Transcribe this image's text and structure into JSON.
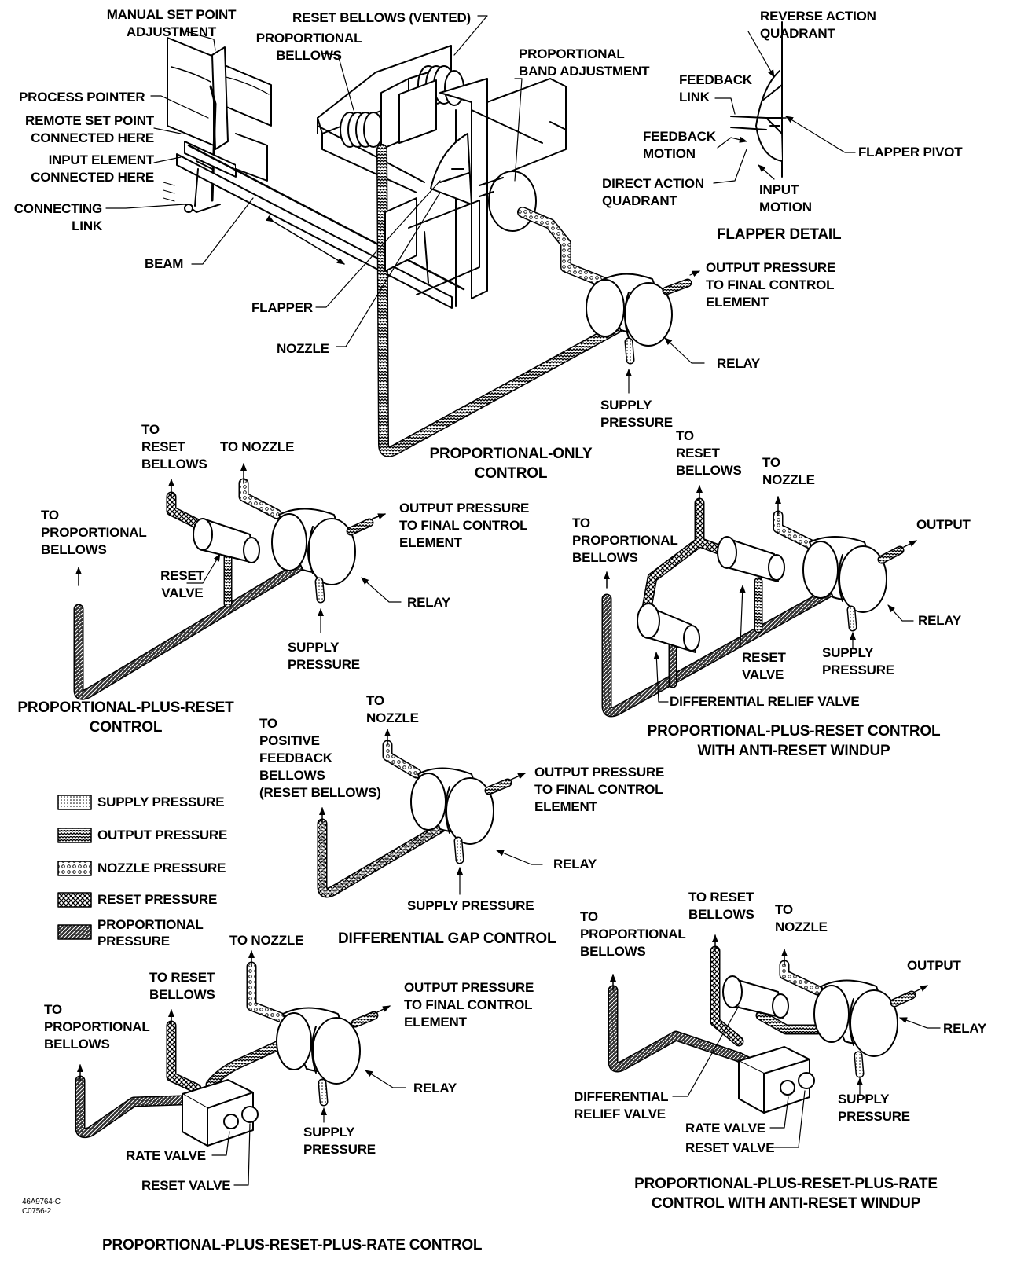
{
  "figure_code": "46A9764-C\nC0756-2",
  "top": {
    "manual_set_point": "MANUAL SET POINT\nADJUSTMENT",
    "reset_bellows_vented": "RESET BELLOWS (VENTED)",
    "proportional_bellows": "PROPORTIONAL\nBELLOWS",
    "proportional_band_adjustment": "PROPORTIONAL\nBAND ADJUSTMENT",
    "process_pointer": "PROCESS POINTER",
    "remote_set_point": "REMOTE SET POINT\nCONNECTED HERE",
    "input_element": "INPUT ELEMENT\nCONNECTED HERE",
    "connecting_link": "CONNECTING\nLINK",
    "beam": "BEAM",
    "flapper": "FLAPPER",
    "nozzle": "NOZZLE",
    "output_pressure": "OUTPUT PRESSURE\nTO FINAL CONTROL\nELEMENT",
    "relay": "RELAY",
    "supply_pressure": "SUPPLY\nPRESSURE",
    "title": "PROPORTIONAL-ONLY\nCONTROL"
  },
  "flapper_detail": {
    "reverse_action": "REVERSE ACTION\nQUADRANT",
    "feedback_link": "FEEDBACK\nLINK",
    "feedback_motion": "FEEDBACK\nMOTION",
    "flapper_pivot": "FLAPPER PIVOT",
    "direct_action": "DIRECT ACTION\nQUADRANT",
    "input_motion": "INPUT\nMOTION",
    "title": "FLAPPER DETAIL"
  },
  "plus_reset": {
    "to_reset_bellows": "TO\nRESET\nBELLOWS",
    "to_nozzle": "TO NOZZLE",
    "to_proportional": "TO\nPROPORTIONAL\nBELLOWS",
    "output_pressure": "OUTPUT PRESSURE\nTO FINAL CONTROL\nELEMENT",
    "reset_valve": "RESET\nVALVE",
    "relay": "RELAY",
    "supply_pressure": "SUPPLY\nPRESSURE",
    "title": "PROPORTIONAL-PLUS-RESET\nCONTROL"
  },
  "anti_windup": {
    "to_reset_bellows": "TO\nRESET\nBELLOWS",
    "to_nozzle": "TO\nNOZZLE",
    "to_proportional": "TO\nPROPORTIONAL\nBELLOWS",
    "output": "OUTPUT",
    "relay": "RELAY",
    "reset_valve": "RESET\nVALVE",
    "supply_pressure": "SUPPLY\nPRESSURE",
    "differential_relief": "DIFFERENTIAL RELIEF VALVE",
    "title": "PROPORTIONAL-PLUS-RESET CONTROL\nWITH ANTI-RESET WINDUP"
  },
  "diff_gap": {
    "to_nozzle": "TO\nNOZZLE",
    "to_positive_feedback": "TO\nPOSITIVE\nFEEDBACK\nBELLOWS\n(RESET BELLOWS)",
    "output_pressure": "OUTPUT PRESSURE\nTO FINAL CONTROL\nELEMENT",
    "relay": "RELAY",
    "supply_pressure": "SUPPLY PRESSURE",
    "title": "DIFFERENTIAL GAP CONTROL"
  },
  "legend": [
    {
      "label": "SUPPLY PRESSURE"
    },
    {
      "label": "OUTPUT PRESSURE"
    },
    {
      "label": "NOZZLE PRESSURE"
    },
    {
      "label": "RESET PRESSURE"
    },
    {
      "label": "PROPORTIONAL\nPRESSURE"
    }
  ],
  "rate": {
    "to_nozzle": "TO NOZZLE",
    "to_reset_bellows": "TO RESET\nBELLOWS",
    "to_proportional": "TO\nPROPORTIONAL\nBELLOWS",
    "output_pressure": "OUTPUT PRESSURE\nTO FINAL CONTROL\nELEMENT",
    "relay": "RELAY",
    "supply_pressure": "SUPPLY\nPRESSURE",
    "rate_valve": "RATE VALVE",
    "reset_valve": "RESET VALVE",
    "title": "PROPORTIONAL-PLUS-RESET-PLUS-RATE CONTROL"
  },
  "rate_windup": {
    "to_reset_bellows": "TO RESET\nBELLOWS",
    "to_nozzle": "TO\nNOZZLE",
    "to_proportional": "TO\nPROPORTIONAL\nBELLOWS",
    "output": "OUTPUT",
    "relay": "RELAY",
    "differential_relief": "DIFFERENTIAL\nRELIEF VALVE",
    "rate_valve": "RATE VALVE",
    "reset_valve": "RESET VALVE",
    "supply_pressure": "SUPPLY\nPRESSURE",
    "title": "PROPORTIONAL-PLUS-RESET-PLUS-RATE\nCONTROL WITH ANTI-RESET WINDUP"
  }
}
